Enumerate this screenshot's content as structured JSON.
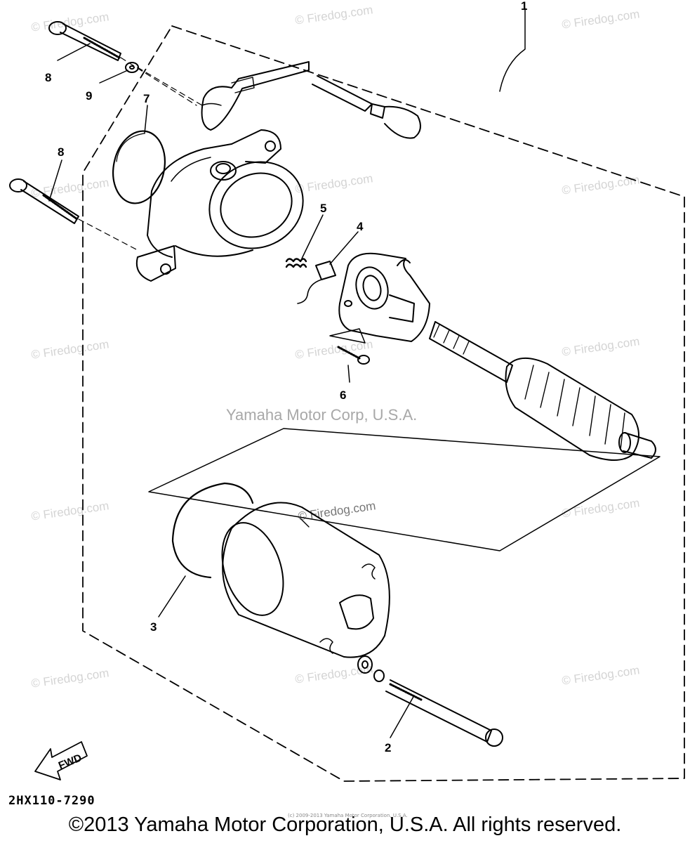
{
  "watermark": "© Firedog.com",
  "center_mark": "Yamaha Motor Corp, U.S.A.",
  "part_code": "2HX110-7290",
  "small_notice": "(c) 2009-2013 Yamaha Motor Corporation, U.S.A.",
  "copyright": "©2013 Yamaha Motor Corporation, U.S.A. All rights reserved.",
  "fwd_label": "FWD",
  "callouts": {
    "assembly": "1",
    "bolt": "2",
    "o_ring": "3",
    "brush": "4",
    "spring": "5",
    "screw": "6",
    "o_ring_top": "7",
    "bolt_upper": "8",
    "bolt_lower": "8",
    "washer": "9"
  },
  "colors": {
    "line": "#000000",
    "watermark": "#d4d4d4",
    "background": "#ffffff"
  }
}
